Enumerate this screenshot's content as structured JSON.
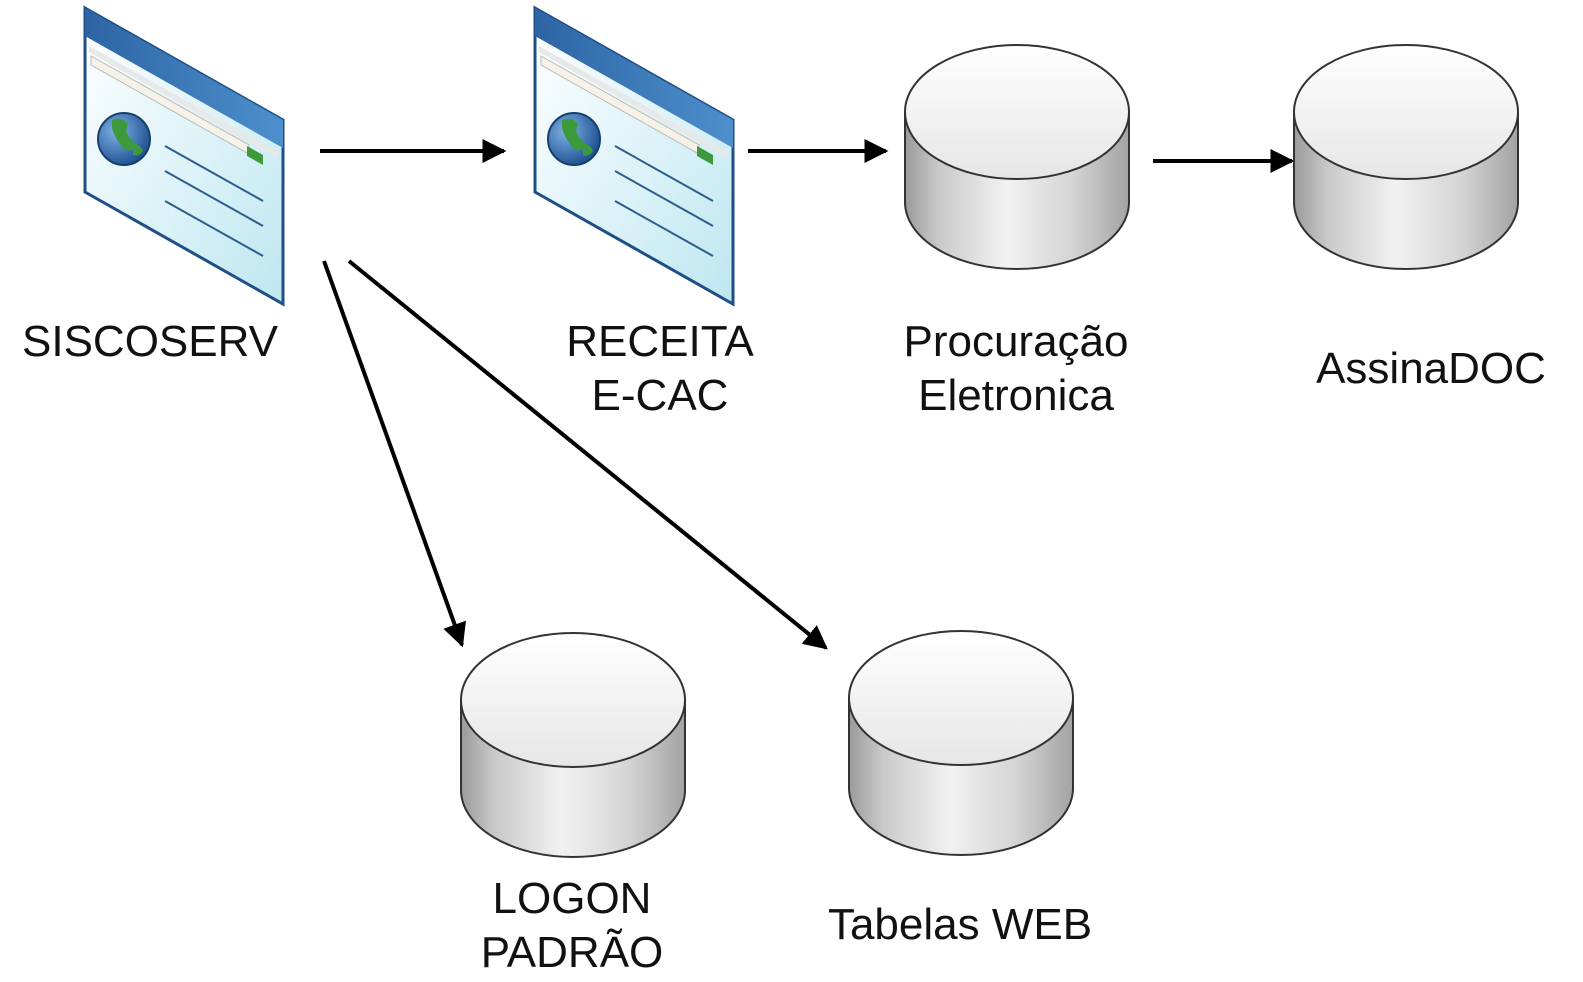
{
  "nodes": {
    "siscoserv": {
      "type": "web-page",
      "label_lines": [
        "SISCOSERV"
      ]
    },
    "receita": {
      "type": "web-page",
      "label_lines": [
        "RECEITA",
        "E-CAC"
      ]
    },
    "procuracao": {
      "type": "database",
      "label_lines": [
        "Procuração",
        "Eletronica"
      ]
    },
    "assinadoc": {
      "type": "database",
      "label_lines": [
        "AssinaDOC"
      ]
    },
    "logon": {
      "type": "database",
      "label_lines": [
        "LOGON",
        "PADRÃO"
      ]
    },
    "tabelas": {
      "type": "database",
      "label_lines": [
        "Tabelas WEB"
      ]
    }
  },
  "edges": [
    {
      "from": "siscoserv",
      "to": "receita"
    },
    {
      "from": "receita",
      "to": "procuracao"
    },
    {
      "from": "procuracao",
      "to": "assinadoc"
    },
    {
      "from": "siscoserv",
      "to": "logon"
    },
    {
      "from": "siscoserv",
      "to": "tabelas"
    }
  ],
  "colors": {
    "arrow": "#000000",
    "page_header": "#3a78b7",
    "page_body": "#d7f0f7",
    "page_border": "#1f4f86",
    "db_fill": "#d9d9d9",
    "db_stroke": "#333333",
    "globe_ocean": "#2a62a8",
    "globe_land": "#3c9a3c"
  }
}
